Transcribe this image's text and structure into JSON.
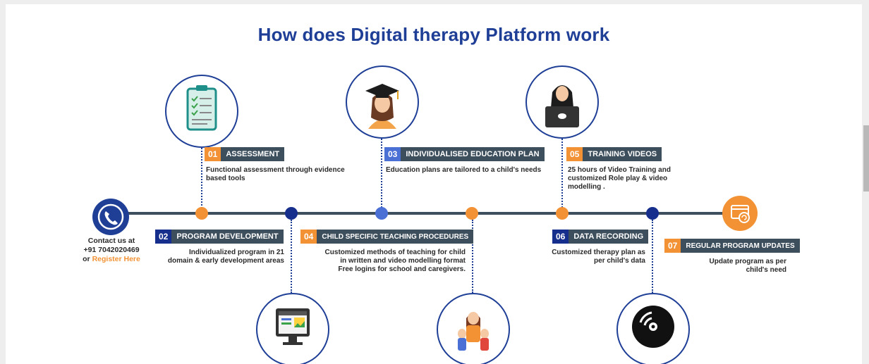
{
  "title": "How does Digital therapy Platform work",
  "contact": {
    "line1": "Contact us at",
    "phone": "+91 7042020469",
    "or": "or ",
    "register": "Register Here"
  },
  "steps": [
    {
      "num": "01",
      "label": "ASSESSMENT",
      "desc": "Functional assessment through evidence\nbased tools",
      "color": "#f29235",
      "icon": "clipboard-icon"
    },
    {
      "num": "02",
      "label": "PROGRAM DEVELOPMENT",
      "desc": "Individualized program in 21\ndomain & early development areas",
      "color": "#172f8c",
      "icon": "computer-screen-icon"
    },
    {
      "num": "03",
      "label": "INDIVIDUALISED EDUCATION PLAN",
      "desc": "Education plans are tailored to a child's needs",
      "color": "#4a70d6",
      "icon": "graduate-icon"
    },
    {
      "num": "04",
      "label": "CHILD SPECIFIC TEACHING PROCEDURES",
      "desc": "Customized methods of teaching for child\nin written and video modelling format\nFree logins for school and caregivers.",
      "color": "#f29235",
      "icon": "teacher-children-icon"
    },
    {
      "num": "05",
      "label": "TRAINING VIDEOS",
      "desc": "25 hours of Video Training and\ncustomized Role play & video\nmodelling .",
      "color": "#f29235",
      "icon": "video-presenter-icon"
    },
    {
      "num": "06",
      "label": "DATA RECORDING",
      "desc": "Customized therapy plan as\nper child's data",
      "color": "#172f8c",
      "icon": "disc-icon"
    },
    {
      "num": "07",
      "label": "REGULAR PROGRAM UPDATES",
      "desc": "Update program as per\nchild's need",
      "color": "#f29235",
      "icon": "refresh-window-icon"
    }
  ],
  "colors": {
    "title": "#1f3f97",
    "orange": "#f29235",
    "navy": "#172f8c",
    "blue": "#4a70d6",
    "axis": "#3d4e5d"
  }
}
